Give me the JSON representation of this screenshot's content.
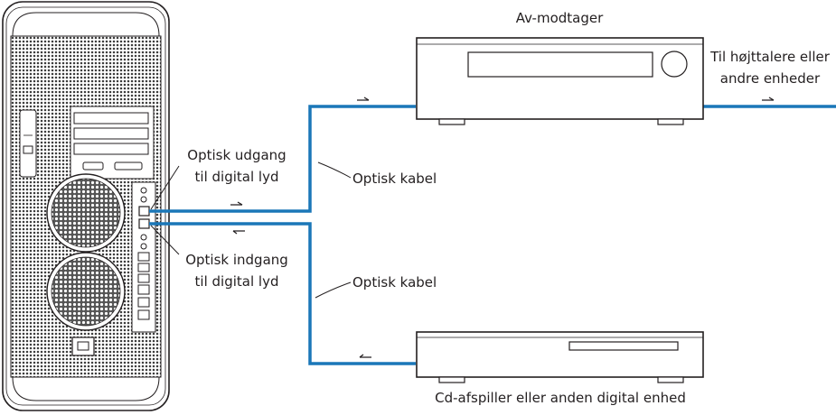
{
  "labels": {
    "av_receiver": "Av-modtager",
    "speakers_line1": "Til højttalere eller",
    "speakers_line2": "andre enheder",
    "optical_out_line1": "Optisk udgang",
    "optical_out_line2": "til digital lyd",
    "optical_in_line1": "Optisk indgang",
    "optical_in_line2": "til digital lyd",
    "cable_top": "Optisk kabel",
    "cable_bottom": "Optisk kabel",
    "cd_player": "Cd-afspiller eller anden digital enhed"
  },
  "colors": {
    "cable": "#1a77b8",
    "outline": "#231f20",
    "grille": "#3c3c3c"
  }
}
